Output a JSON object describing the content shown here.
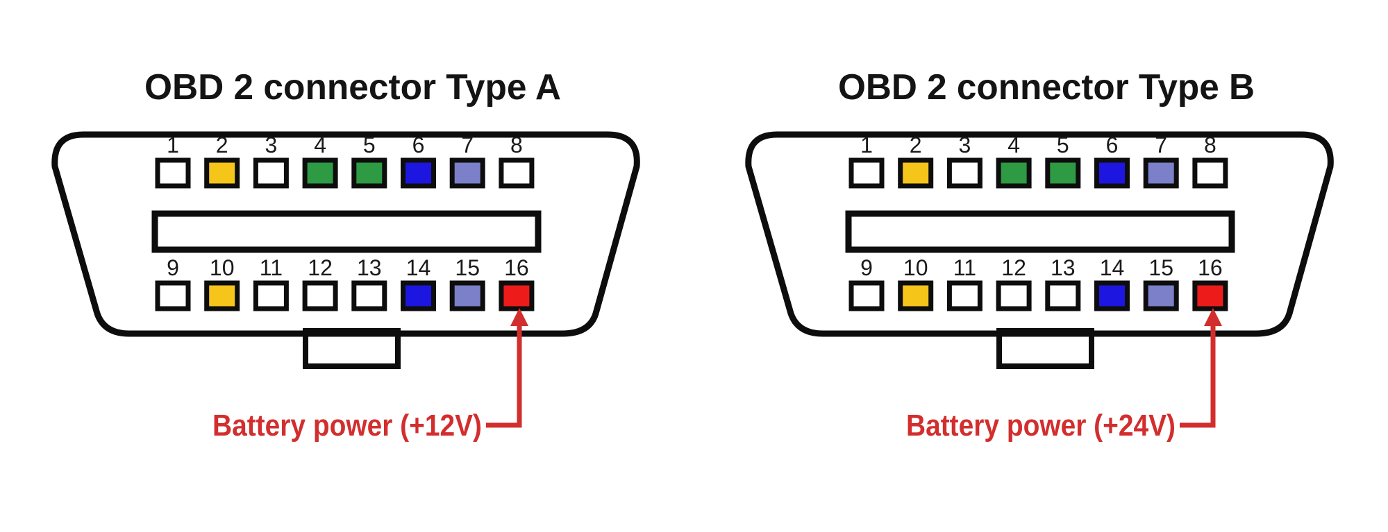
{
  "page": {
    "background": "#ffffff"
  },
  "palette": {
    "outline": "#0d0d0d",
    "title_text": "#141414",
    "number_text": "#1a1a1a",
    "accent_red": "#d22e2e",
    "pin_colors": {
      "white": "#ffffff",
      "yellow": "#f6c51a",
      "green": "#2e9a44",
      "blue": "#1d16e0",
      "slate": "#7b80c8",
      "red": "#ee1b1b"
    }
  },
  "connectors": [
    {
      "id": "type-a",
      "title": "OBD 2 connector Type A",
      "battery_label": "Battery power (+12V)",
      "battery_pin_number": "16",
      "top_pins": [
        {
          "number": "1",
          "color": "white"
        },
        {
          "number": "2",
          "color": "yellow"
        },
        {
          "number": "3",
          "color": "white"
        },
        {
          "number": "4",
          "color": "green"
        },
        {
          "number": "5",
          "color": "green"
        },
        {
          "number": "6",
          "color": "blue"
        },
        {
          "number": "7",
          "color": "slate"
        },
        {
          "number": "8",
          "color": "white"
        }
      ],
      "bottom_pins": [
        {
          "number": "9",
          "color": "white"
        },
        {
          "number": "10",
          "color": "yellow"
        },
        {
          "number": "11",
          "color": "white"
        },
        {
          "number": "12",
          "color": "white"
        },
        {
          "number": "13",
          "color": "white"
        },
        {
          "number": "14",
          "color": "blue"
        },
        {
          "number": "15",
          "color": "slate"
        },
        {
          "number": "16",
          "color": "red"
        }
      ]
    },
    {
      "id": "type-b",
      "title": "OBD 2 connector Type B",
      "battery_label": "Battery power (+24V)",
      "battery_pin_number": "16",
      "top_pins": [
        {
          "number": "1",
          "color": "white"
        },
        {
          "number": "2",
          "color": "yellow"
        },
        {
          "number": "3",
          "color": "white"
        },
        {
          "number": "4",
          "color": "green"
        },
        {
          "number": "5",
          "color": "green"
        },
        {
          "number": "6",
          "color": "blue"
        },
        {
          "number": "7",
          "color": "slate"
        },
        {
          "number": "8",
          "color": "white"
        }
      ],
      "bottom_pins": [
        {
          "number": "9",
          "color": "white"
        },
        {
          "number": "10",
          "color": "yellow"
        },
        {
          "number": "11",
          "color": "white"
        },
        {
          "number": "12",
          "color": "white"
        },
        {
          "number": "13",
          "color": "white"
        },
        {
          "number": "14",
          "color": "blue"
        },
        {
          "number": "15",
          "color": "slate"
        },
        {
          "number": "16",
          "color": "red"
        }
      ]
    }
  ]
}
